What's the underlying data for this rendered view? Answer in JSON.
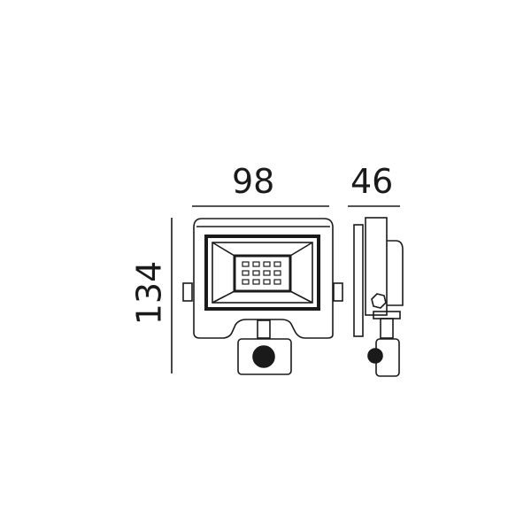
{
  "dimensions": {
    "width": "98",
    "depth": "46",
    "height": "134"
  },
  "colors": {
    "line": "#1a1a1a",
    "background": "#ffffff"
  }
}
